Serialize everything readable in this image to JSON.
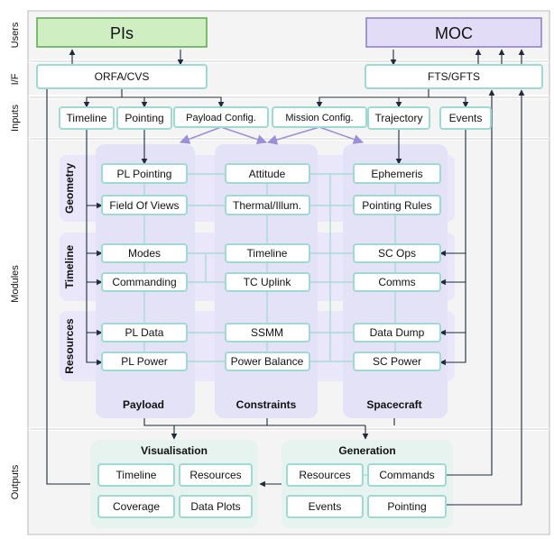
{
  "lanes": {
    "users": "Users",
    "interfaces": "I/F",
    "inputs": "Inputs",
    "modules": "Modules",
    "outputs": "Outputs"
  },
  "users": {
    "pis": "PIs",
    "moc": "MOC"
  },
  "interfaces": {
    "orfa": "ORFA/CVS",
    "fts": "FTS/GFTS"
  },
  "inputs": {
    "timeline": "Timeline",
    "pointing": "Pointing",
    "payload_config": "Payload Config.",
    "mission_config": "Mission Config.",
    "trajectory": "Trajectory",
    "events": "Events"
  },
  "rows": {
    "geometry": "Geometry",
    "timeline": "Timeline",
    "resources": "Resources"
  },
  "columns": {
    "payload": "Payload",
    "constraints": "Constraints",
    "spacecraft": "Spacecraft"
  },
  "modules": {
    "pl_pointing": "PL Pointing",
    "field_of_views": "Field Of Views",
    "attitude": "Attitude",
    "thermal_illum": "Thermal/Illum.",
    "ephemeris": "Ephemeris",
    "pointing_rules": "Pointing Rules",
    "modes": "Modes",
    "commanding": "Commanding",
    "timeline": "Timeline",
    "tc_uplink": "TC Uplink",
    "sc_ops": "SC Ops",
    "comms": "Comms",
    "pl_data": "PL Data",
    "pl_power": "PL Power",
    "ssmm": "SSMM",
    "power_balance": "Power Balance",
    "data_dump": "Data Dump",
    "sc_power": "SC Power"
  },
  "outputs": {
    "visualisation": "Visualisation",
    "generation": "Generation",
    "vis_timeline": "Timeline",
    "vis_resources": "Resources",
    "vis_coverage": "Coverage",
    "vis_data_plots": "Data Plots",
    "gen_resources": "Resources",
    "gen_commands": "Commands",
    "gen_events": "Events",
    "gen_pointing": "Pointing"
  },
  "colors": {
    "pis_fill": "#cfeec2",
    "pis_stroke": "#5aa84a",
    "moc_fill": "#e2dcf7",
    "moc_stroke": "#8a7dc9",
    "box_stroke": "#9fd9d2",
    "module_band": "#e4e2f7",
    "output_panel": "#e7f3ef"
  }
}
